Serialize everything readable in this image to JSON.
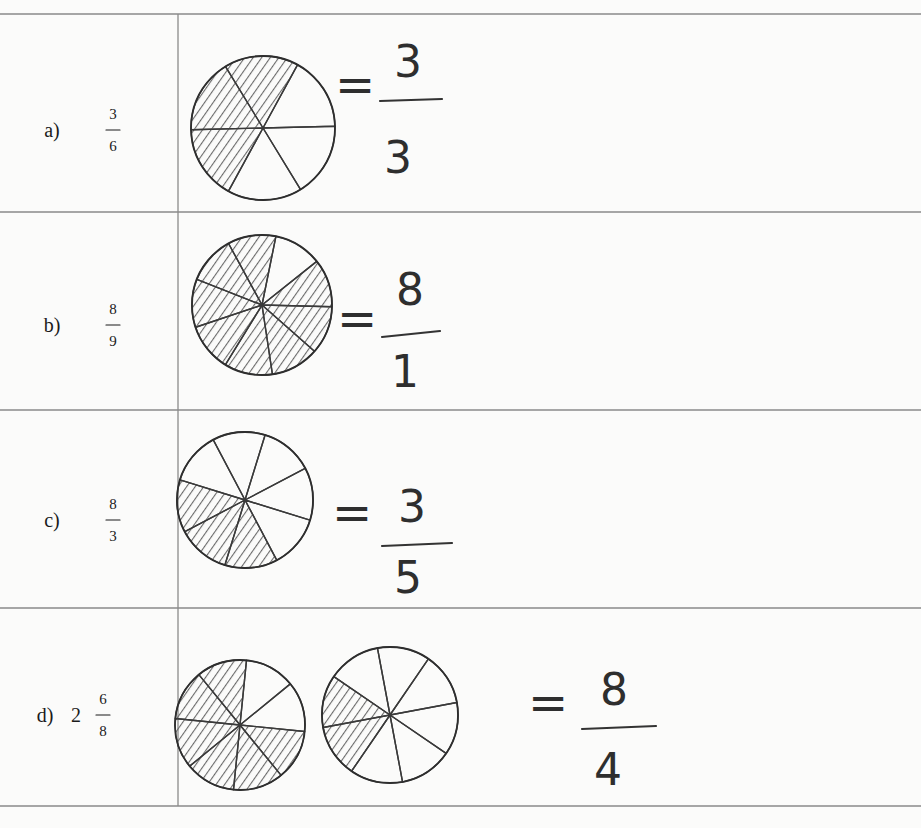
{
  "diagram": {
    "labels": [
      "a)",
      "3",
      "6",
      "=",
      "3",
      "3",
      "b)",
      "8",
      "9",
      "=",
      "8",
      "1",
      "c)",
      "8",
      "3",
      "=",
      "3",
      "5",
      "d)",
      "2",
      "6",
      "8",
      "=",
      "8",
      "4"
    ]
  }
}
